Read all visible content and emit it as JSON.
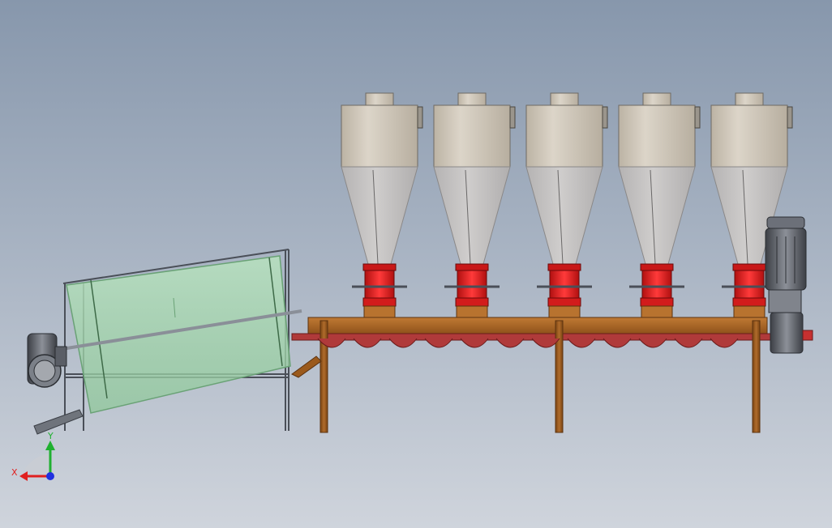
{
  "triad": {
    "x_label": "X",
    "y_label": "Y"
  },
  "colors": {
    "cyclone_body": "#d3cbbd",
    "cyclone_cone": "#c4c1c0",
    "rotary_valve": "#e41e1e",
    "frame": "#9b5a1c",
    "screw": "#b03a3a",
    "trommel_glass": "#a8dcb0",
    "motor": "#5a5e66",
    "axis_x": "#e02020",
    "axis_y": "#20b030",
    "axis_z": "#2030e0"
  },
  "cyclone_count": 5,
  "screw_flight_count": 12
}
